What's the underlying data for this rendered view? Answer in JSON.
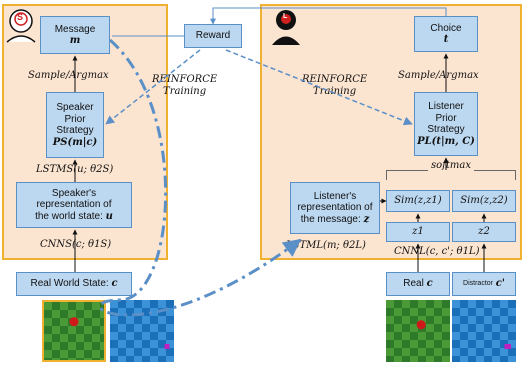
{
  "speaker": {
    "message_title": "Message",
    "message_var": "m",
    "sample_label": "Sample/Argmax",
    "strategy_lines": [
      "Speaker",
      "Prior",
      "Strategy"
    ],
    "strategy_formula": "PS(m|c)",
    "lstm_label": "LSTMS(u; θ2S)",
    "repr_lines": [
      "Speaker's",
      "representation of",
      "the world state:"
    ],
    "repr_var": "u",
    "cnn_label": "CNNS(c; θ1S)",
    "icon_letter": "S"
  },
  "reward": {
    "label": "Reward"
  },
  "reinforce": {
    "line1": "REINFORCE",
    "line2": "Training"
  },
  "listener": {
    "choice_title": "Choice",
    "choice_var": "t",
    "sample_label": "Sample/Argmax",
    "strategy_lines": [
      "Listener",
      "Prior",
      "Strategy"
    ],
    "strategy_formula": "PL(t|m, C)",
    "softmax_label": "softmax",
    "sim1": "Sim(z,z1)",
    "sim2": "Sim(z,z2)",
    "z1": "z1",
    "z2": "z2",
    "repr_lines": [
      "Listener's",
      "representation of",
      "the message:"
    ],
    "repr_var": "z",
    "lstm_label": "LSTML(m; θ2L)",
    "cnn_label": "CNNL(c, c'; θ1L)",
    "icon_letter": "L"
  },
  "bottom": {
    "real_world_state": "Real World State:",
    "real_world_var": "c",
    "real_label": "Real",
    "real_var": "c",
    "distractor_label": "Distractor",
    "distractor_var": "c'"
  },
  "colors": {
    "panel_fill": "#fbe4d0",
    "panel_border": "#f0b030",
    "box_fill": "#bcd7f0",
    "box_border": "#5b8fc7",
    "arrow_blue": "#5b8fc7"
  }
}
